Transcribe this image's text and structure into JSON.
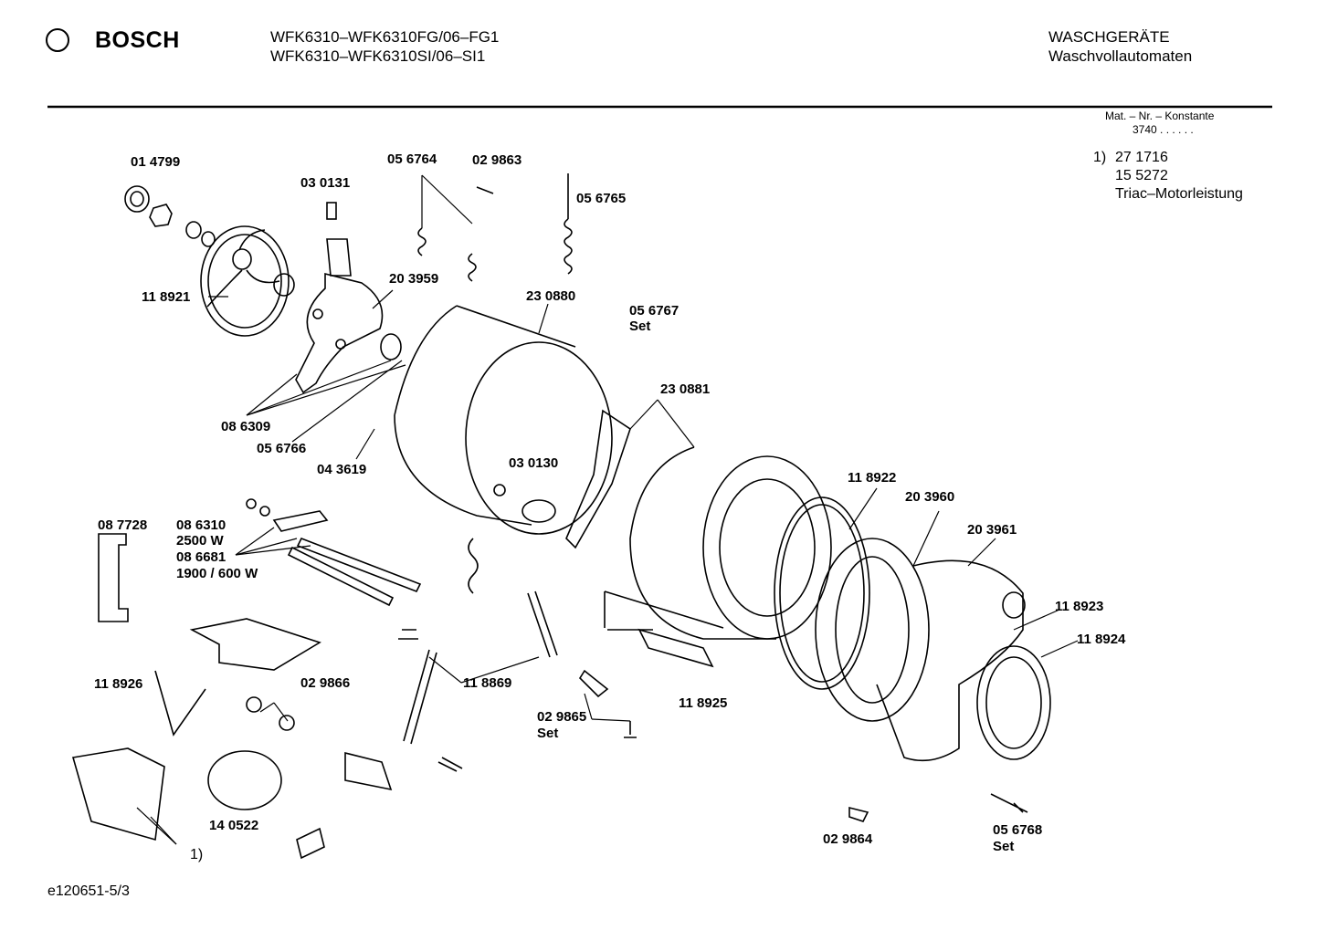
{
  "header": {
    "brand": "BOSCH",
    "model_line_1": "WFK6310–WFK6310FG/06–FG1",
    "model_line_2": "WFK6310–WFK6310SI/06–SI1",
    "category_line_1": "WASCHGERÄTE",
    "category_line_2": "Waschvollautomaten"
  },
  "constants": {
    "heading": "Mat. – Nr. – Konstante",
    "value": "3740 . . . . . ."
  },
  "footnote": {
    "marker": "1)",
    "lines": [
      "27 1716",
      "15 5272",
      "Triac–Motorleistung"
    ]
  },
  "parts": {
    "p014799": "01 4799",
    "p030131": "03 0131",
    "p056764": "05 6764",
    "p029863": "02 9863",
    "p056765": "05 6765",
    "p118921": "11 8921",
    "p203959": "20 3959",
    "p230880": "23 0880",
    "p056767": "05 6767",
    "p056767_set": "Set",
    "p086309": "08 6309",
    "p056766": "05 6766",
    "p043619": "04 3619",
    "p030130": "03 0130",
    "p230881": "23 0881",
    "p118922": "11 8922",
    "p203960": "20 3960",
    "p203961": "20 3961",
    "p118923": "11 8923",
    "p118924": "11 8924",
    "p087728": "08 7728",
    "p086310": "08 6310",
    "w2500": "2500 W",
    "p086681": "08 6681",
    "w1900": "1900 / 600 W",
    "p118926": "11 8926",
    "p029866": "02 9866",
    "p118869": "11 8869",
    "p029865": "02 9865",
    "p029865_set": "Set",
    "p118925": "11 8925",
    "p140522": "14 0522",
    "note1": "1)",
    "p029864": "02 9864",
    "p056768": "05 6768",
    "p056768_set": "Set"
  },
  "footer": {
    "code": "e120651-5/3"
  }
}
